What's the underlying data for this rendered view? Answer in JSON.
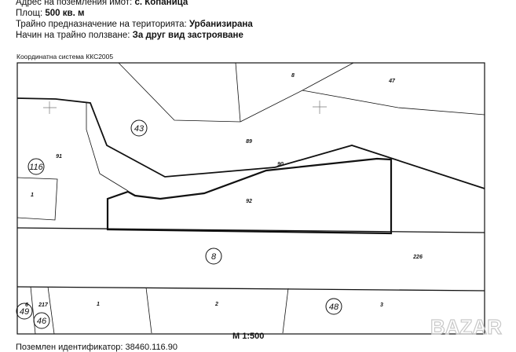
{
  "header": {
    "address_label": "Адрес на поземления имот:",
    "address_value": "с. Копаница",
    "area_label": "Площ:",
    "area_value": "500 кв. м",
    "purpose_label": "Трайно предназначение на територията:",
    "purpose_value": "Урбанизирана",
    "usage_label": "Начин на трайно ползване:",
    "usage_value": "За друг вид застрояване"
  },
  "map": {
    "coordinate_system": "Координатна система ККС2005",
    "scale": "М 1:500",
    "parcels": [
      "8",
      "47",
      "89",
      "90",
      "91",
      "92",
      "1",
      "226",
      "6",
      "217",
      "1",
      "2",
      "3"
    ],
    "circled_numbers": [
      "43",
      "116",
      "8",
      "48",
      "49",
      "46"
    ],
    "highlighted_parcel": "92"
  },
  "footer": {
    "identifier": "Поземлен идентификатор: 38460.116.90"
  },
  "watermark": "BAZAR"
}
